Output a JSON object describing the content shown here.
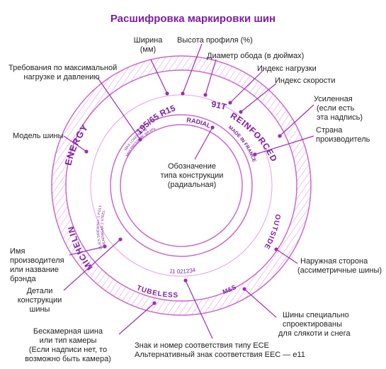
{
  "title": "Расшифровка маркировки шин",
  "colors": {
    "tire": "#e89ee8",
    "tire_dark": "#c86ac8",
    "marking": "#7a1fa0",
    "leader": "#9a2fb0"
  },
  "tire_text": {
    "size": "195/65 R15",
    "speed_load": "91T",
    "radial": "RADIAL",
    "reinforced": "REINFORCED",
    "made_in": "MADE IN FRANCE",
    "energy": "ENERGY",
    "michelin": "MICHELIN",
    "max_load_line1": "MAX LOAD 487 kg",
    "max_load_line2": "MAX PRESSURE 300 kPa",
    "plies_line1": "TREADWEAR 2 STEEL",
    "plies_line2": "PLIES SIDEWALL 1 POLY",
    "ece": "11 021234",
    "tubeless": "TUBELESS",
    "ms": "M&S",
    "outside": "OUTSIDE"
  },
  "labels": {
    "width_line1": "Ширина",
    "width_line2": "(мм)",
    "profile": "Высота профиля (%)",
    "rim": "Диаметр обода (в дюймах)",
    "load_index": "Индекс нагрузки",
    "speed_index": "Индекс скорости",
    "max_load_line1": "Требования по максимальной",
    "max_load_line2": "нагрузке и давлению",
    "reinforced_line1": "Усиленная",
    "reinforced_line2": "(если есть",
    "reinforced_line3": "эта надпись)",
    "country_line1": "Страна",
    "country_line2": "производитель",
    "model": "Модель шины",
    "construction_line1": "Обозначение",
    "construction_line2": "типа конструкции",
    "construction_line3": "(радиальная)",
    "brand_line1": "Имя",
    "brand_line2": "производителя",
    "brand_line3": "или название",
    "brand_line4": "брэнда",
    "details_line1": "Детали",
    "details_line2": "конструкции",
    "details_line3": "шины",
    "outside_line1": "Наружная сторона",
    "outside_line2": "(ассиметричные шины)",
    "ms_line1": "Шины специально",
    "ms_line2": "спроектированы",
    "ms_line3": "для  слякоти и снега",
    "tubeless_line1": "Бескамерная шина",
    "tubeless_line2": "или тип камеры",
    "tubeless_line3": "(Если надписи нет, то",
    "tubeless_line4": "возможно быть камера)",
    "ece_line1": "Знак и номер соответствия типу ECE",
    "ece_line2": "Альтернативный знак соответствия EEC — e11"
  }
}
